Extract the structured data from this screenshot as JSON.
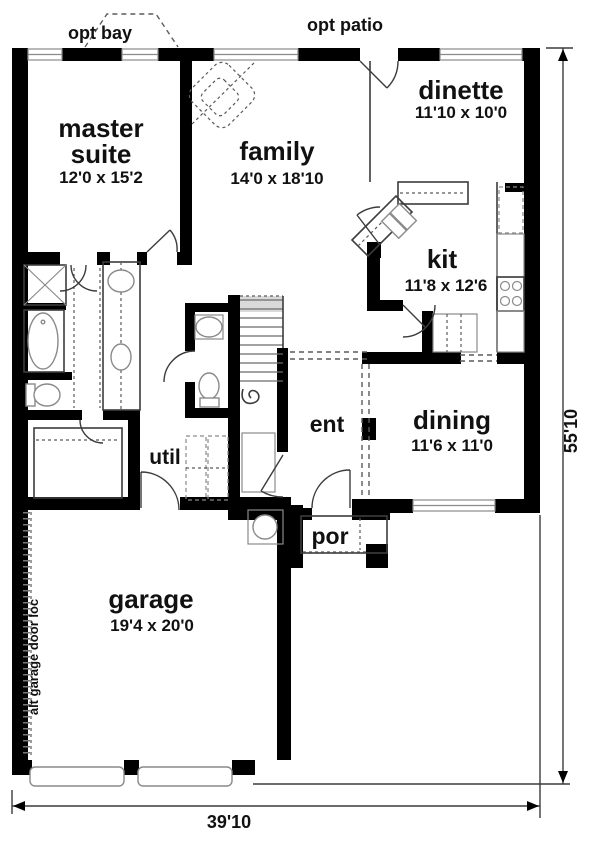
{
  "plan": {
    "annotations": {
      "opt_bay": "opt bay",
      "opt_patio": "opt patio",
      "alt_garage_door": "alt garage door loc"
    },
    "dimensions": {
      "overall_depth": "55'10",
      "overall_width": "39'10"
    },
    "rooms": {
      "master": {
        "line1": "master",
        "line2": "suite",
        "dims": "12'0 x 15'2"
      },
      "family": {
        "name": "family",
        "dims": "14'0 x 18'10"
      },
      "dinette": {
        "name": "dinette",
        "dims": "11'10 x 10'0"
      },
      "kitchen": {
        "name": "kit",
        "dims": "11'8 x 12'6"
      },
      "dining": {
        "name": "dining",
        "dims": "11'6 x 11'0"
      },
      "entry": {
        "name": "ent"
      },
      "porch": {
        "name": "por"
      },
      "utility": {
        "name": "util"
      },
      "garage": {
        "name": "garage",
        "dims": "19'4 x 20'0"
      }
    },
    "colors": {
      "wall": "#000000",
      "line": "#3c3c3c",
      "fixture": "#8a8a8a",
      "background": "#ffffff"
    }
  }
}
